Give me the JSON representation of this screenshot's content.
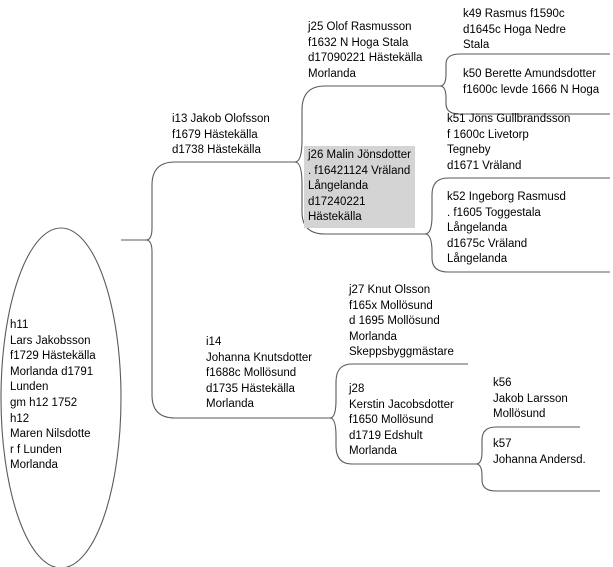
{
  "colors": {
    "line": "#5a5a5a",
    "highlight": "#d4d4d4",
    "text": "#000000"
  },
  "root": {
    "lines": [
      "h11",
      "Lars Jakobsson",
      "f1729 Hästekälla",
      "Morlanda  d1791",
      "Lunden",
      "gm h12 1752",
      "h12",
      "Maren Nilsdotte",
      "r f Lunden",
      "Morlanda"
    ]
  },
  "i13": {
    "lines": [
      "i13 Jakob Olofsson",
      "f1679 Hästekälla",
      "d1738 Hästekälla"
    ]
  },
  "i14": {
    "lines": [
      "i14",
      "Johanna Knutsdotter",
      "f1688c Mollösund",
      "d1735 Hästekälla",
      "Morlanda"
    ]
  },
  "j25": {
    "lines": [
      "j25 Olof Rasmusson",
      "f1632 N Hoga Stala",
      "d17090221 Hästekälla",
      "Morlanda"
    ]
  },
  "j26": {
    "lines": [
      "j26 Malin Jönsdotter",
      ". f16421124 Vräland",
      "Långelanda",
      "d17240221",
      "Hästekälla"
    ]
  },
  "j27": {
    "lines": [
      "j27  Knut Olsson",
      "f165x Mollösund",
      "d 1695 Mollösund",
      "Morlanda",
      "Skeppsbyggmästare"
    ]
  },
  "j28": {
    "lines": [
      "j28",
      "Kerstin Jacobsdotter",
      "f1650 Mollösund",
      "d1719 Edshult",
      "Morlanda"
    ]
  },
  "k49": {
    "lines": [
      "k49 Rasmus   f1590c",
      "d1645c Hoga Nedre",
      "Stala"
    ]
  },
  "k50": {
    "lines": [
      "k50 Berette Amundsdotter",
      "f1600c levde 1666 N Hoga"
    ]
  },
  "k51": {
    "lines": [
      "k51 Jöns Gullbrandsson",
      "f 1600c Livetorp",
      "Tegneby",
      "d1671 Vräland"
    ]
  },
  "k52": {
    "lines": [
      "k52  Ingeborg Rasmusd",
      ". f1605 Toggestala",
      "Långelanda",
      "d1675c Vräland",
      "Långelanda"
    ]
  },
  "k56": {
    "lines": [
      "k56",
      "Jakob Larsson",
      "Mollösund"
    ]
  },
  "k57": {
    "lines": [
      "k57",
      "Johanna Andersd."
    ]
  }
}
